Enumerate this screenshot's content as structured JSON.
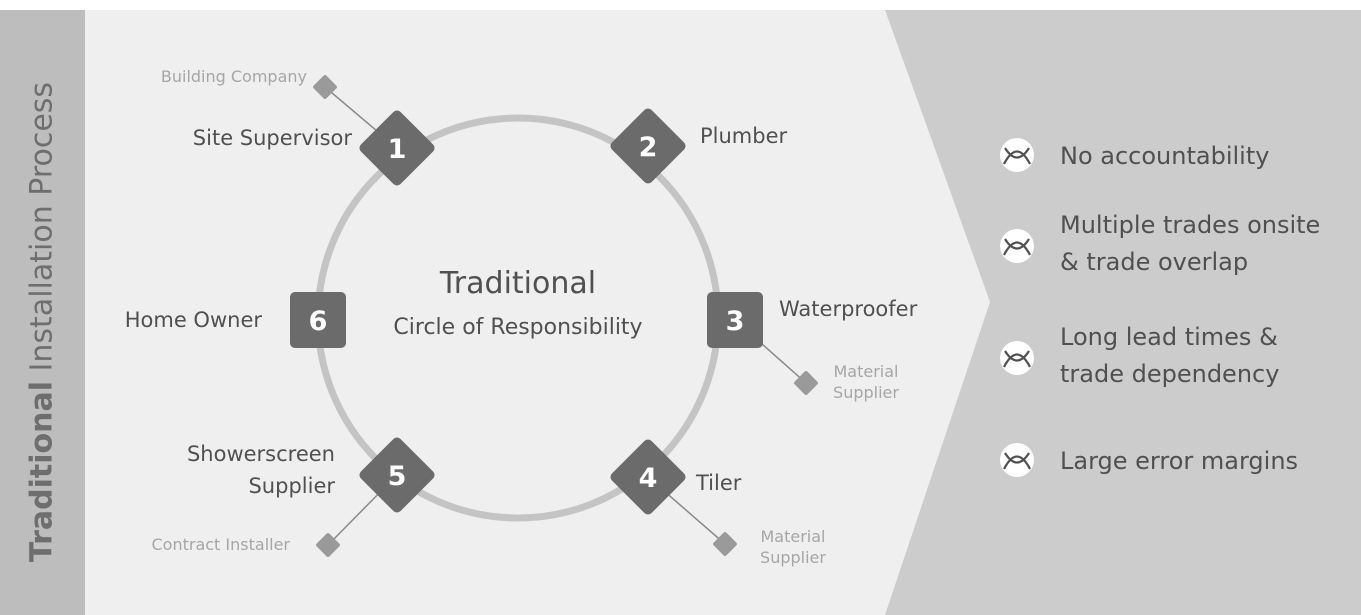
{
  "sidebar": {
    "title_bold": "Traditional",
    "title_rest": " Installation Process"
  },
  "center": {
    "title": "Traditional",
    "subtitle": "Circle of Responsibility"
  },
  "nodes": [
    {
      "number": "1",
      "label_lines": [
        "Site Supervisor"
      ],
      "sub_lines": [
        "Building Company"
      ]
    },
    {
      "number": "2",
      "label_lines": [
        "Plumber"
      ],
      "sub_lines": []
    },
    {
      "number": "3",
      "label_lines": [
        "Waterproofer"
      ],
      "sub_lines": [
        "Material",
        "Supplier"
      ]
    },
    {
      "number": "4",
      "label_lines": [
        "Tiler"
      ],
      "sub_lines": [
        "Material",
        "Supplier"
      ]
    },
    {
      "number": "5",
      "label_lines": [
        "Showerscreen",
        "Supplier"
      ],
      "sub_lines": [
        "Contract Installer"
      ]
    },
    {
      "number": "6",
      "label_lines": [
        "Home Owner"
      ],
      "sub_lines": []
    }
  ],
  "issues": [
    {
      "icon": "cross-circle-icon",
      "lines": [
        "No accountability"
      ]
    },
    {
      "icon": "cross-circle-icon",
      "lines": [
        "Multiple trades onsite",
        "& trade overlap"
      ]
    },
    {
      "icon": "cross-circle-icon",
      "lines": [
        "Long lead times &",
        "trade dependency"
      ]
    },
    {
      "icon": "cross-circle-icon",
      "lines": [
        "Large error margins"
      ]
    }
  ],
  "colors": {
    "sidebar_bg": "#bdbdbd",
    "panel_bg": "#efefef",
    "arrow_bg": "#cccccc",
    "node_fill": "#6b6b6b",
    "sub_node_fill": "#9a9a9a",
    "circle_stroke": "#c4c4c4",
    "text_dark": "#505050",
    "text_light": "#a6a6a6"
  }
}
